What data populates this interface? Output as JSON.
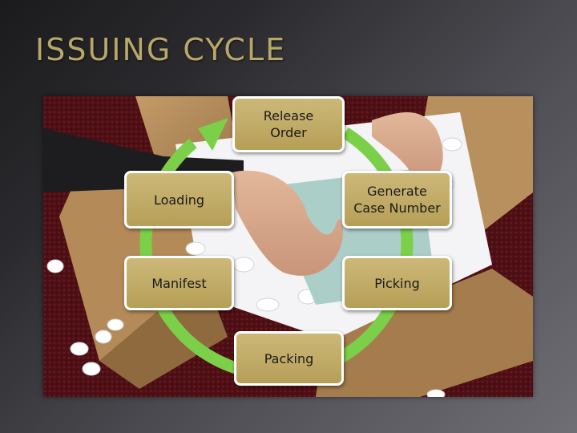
{
  "slide": {
    "title": "ISSUING CYCLE"
  },
  "cycle": {
    "steps": [
      "Release\nOrder",
      "Generate\nCase Number",
      "Picking",
      "Packing",
      "Manifest",
      "Loading"
    ]
  },
  "colors": {
    "title": "#b9a76a",
    "node_fill": "#c3ad6a",
    "node_border": "#ffffff",
    "cycle_arrow": "#7ccf48",
    "background": "#3a3a3e"
  }
}
